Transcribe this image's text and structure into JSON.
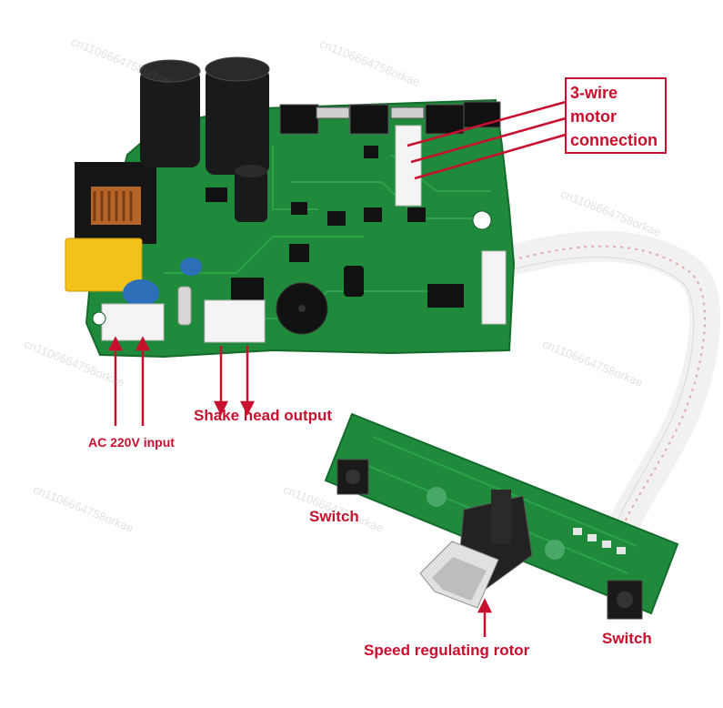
{
  "labels": {
    "motor_line1": "3-wire",
    "motor_line2": "motor",
    "motor_line3": "connection",
    "ac_input": "AC 220V input",
    "shake_output": "Shake head output",
    "switch_left": "Switch",
    "switch_right": "Switch",
    "rotor": "Speed regulating rotor"
  },
  "watermark": "cn1106664758orkae",
  "colors": {
    "annotation": "#c8102e",
    "pcb": "#1f8a3c",
    "capacitor": "#1a1a1a",
    "relay": "#f2c21b"
  }
}
